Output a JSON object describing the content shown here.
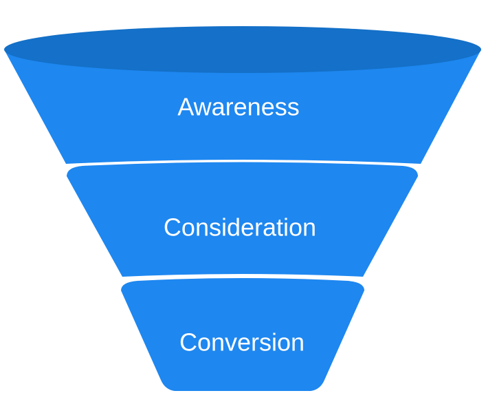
{
  "diagram": {
    "type": "funnel",
    "colors": {
      "stage_fill": "#1E87F0",
      "rim_fill": "#1470C8",
      "label_text": "#FFFFFF",
      "background": "#FFFFFF"
    },
    "stages": [
      {
        "label": "Awareness"
      },
      {
        "label": "Consideration"
      },
      {
        "label": "Conversion"
      }
    ]
  }
}
